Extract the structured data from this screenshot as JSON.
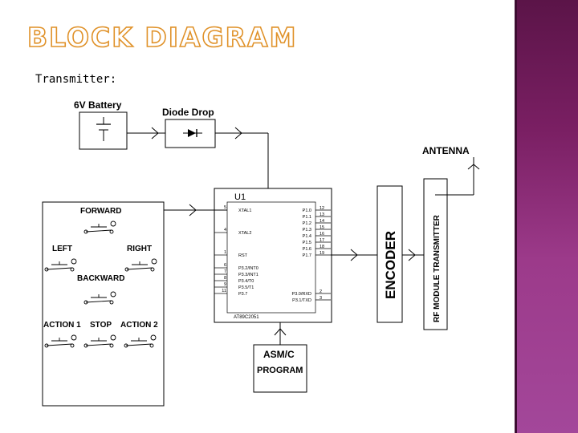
{
  "slide": {
    "title": "BLOCK DIAGRAM",
    "subtitle": "Transmitter:"
  },
  "blocks": {
    "battery_label": "6V Battery",
    "diode_label": "Diode Drop",
    "antenna_label": "ANTENNA",
    "mcu_ref": "U1",
    "mcu_part": "AT89C2051",
    "encoder_label": "ENCODER",
    "rf_label": "RF MODULE TRANSMITTER",
    "program_line1": "ASM/C",
    "program_line2": "PROGRAM"
  },
  "buttons": {
    "forward": "FORWARD",
    "left": "LEFT",
    "right": "RIGHT",
    "backward": "BACKWARD",
    "action1": "ACTION 1",
    "stop": "STOP",
    "action2": "ACTION 2"
  },
  "mcu_pins_left": [
    {
      "num": "5",
      "name": "XTAL1"
    },
    {
      "num": "4",
      "name": "XTAL2"
    },
    {
      "num": "1",
      "name": "RST"
    },
    {
      "num": "6",
      "name": "P3.2/INT0"
    },
    {
      "num": "7",
      "name": "P3.3/INT1"
    },
    {
      "num": "8",
      "name": "P3.4/T0"
    },
    {
      "num": "9",
      "name": "P3.5/T1"
    },
    {
      "num": "11",
      "name": "P3.7"
    }
  ],
  "mcu_pins_right": [
    {
      "num": "12",
      "name": "P1.0"
    },
    {
      "num": "13",
      "name": "P1.1"
    },
    {
      "num": "14",
      "name": "P1.2"
    },
    {
      "num": "15",
      "name": "P1.3"
    },
    {
      "num": "16",
      "name": "P1.4"
    },
    {
      "num": "17",
      "name": "P1.5"
    },
    {
      "num": "18",
      "name": "P1.6"
    },
    {
      "num": "19",
      "name": "P1.7"
    },
    {
      "num": "2",
      "name": "P3.0/RXD"
    },
    {
      "num": "3",
      "name": "P3.1/TXD"
    }
  ],
  "colors": {
    "title_outline": "#e0922a",
    "panel": "#8a2c76",
    "line": "#000000"
  }
}
